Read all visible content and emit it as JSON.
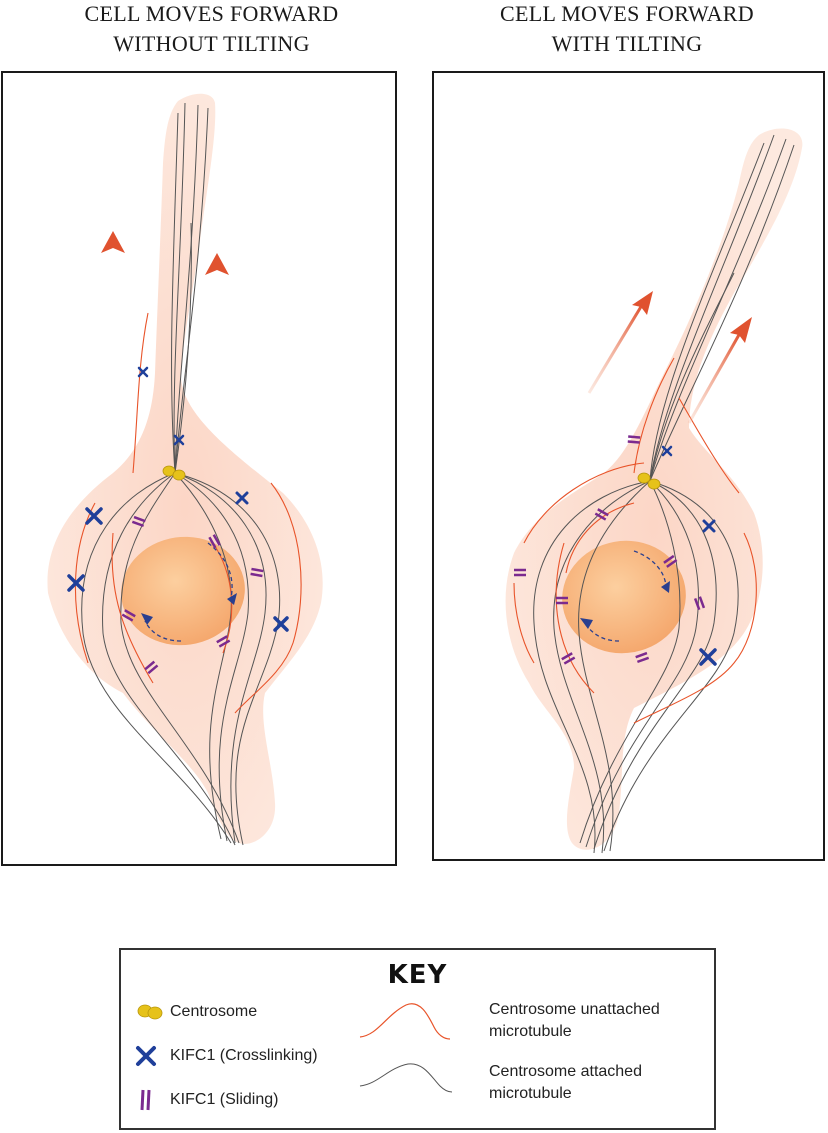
{
  "titles": {
    "left_line1": "CELL MOVES FORWARD",
    "left_line2": "WITHOUT TILTING",
    "right_line1": "CELL MOVES FORWARD",
    "right_line2": "WITH TILTING"
  },
  "key": {
    "heading": "KEY",
    "centrosome": "Centrosome",
    "kifc1_crosslinking": "KIFC1 (Crosslinking)",
    "kifc1_sliding": "KIFC1 (Sliding)",
    "unattached_line1": "Centrosome unattached",
    "unattached_line2": "microtubule",
    "attached_line1": "Centrosome attached",
    "attached_line2": "microtubule"
  },
  "colors": {
    "cell_body": "#fbd9cc",
    "nucleus": "#f7b27a",
    "unattached_mt": "#e8542a",
    "attached_mt": "#555555",
    "arrow": "#e05a3a",
    "crosslink": "#1f3f9a",
    "sliding": "#7b2a8f",
    "centrosome": "#e6c21a"
  },
  "icons": {
    "centrosome": "centrosome-icon",
    "crosslink": "blue-x-icon",
    "sliding": "purple-double-bar-icon"
  }
}
